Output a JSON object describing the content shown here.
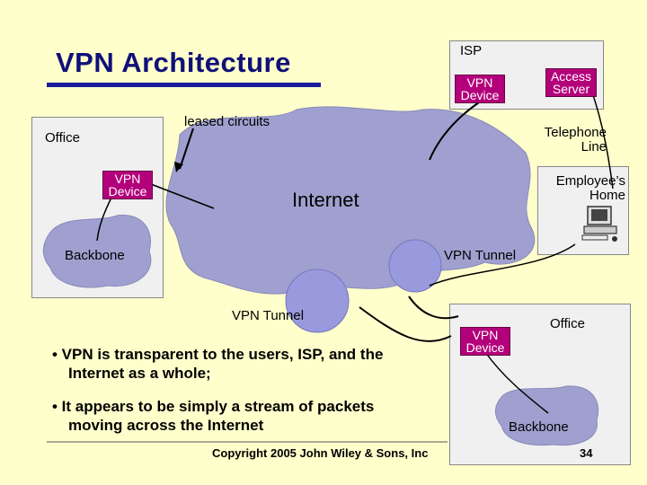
{
  "slide": {
    "title": "VPN Architecture",
    "isp_label": "ISP",
    "isp_vpn_device": "VPN Device",
    "access_server": "Access Server",
    "leased_circuits": "leased circuits",
    "office_left_label": "Office",
    "office_left_vpn_device": "VPN Device",
    "backbone_left": "Backbone",
    "internet_label": "Internet",
    "telephone_line": "Telephone Line",
    "employees_home": "Employee’s Home",
    "vpn_tunnel_right": "VPN Tunnel",
    "vpn_tunnel_left": "VPN Tunnel",
    "office_right_label": "Office",
    "office_right_vpn_device": "VPN Device",
    "backbone_right": "Backbone",
    "bullets": [
      "• VPN is transparent to the users, ISP, and the Internet as a whole;",
      "• It appears to be simply a stream of packets moving across the Internet"
    ],
    "copyright": "Copyright 2005 John Wiley & Sons, Inc",
    "page_number": "34"
  },
  "colors": {
    "background": "#ffffcc",
    "title": "#10107a",
    "vpn_device": "#b3007a",
    "cloud": "#a0a0d0",
    "tunnel_circle": "#9999dd"
  }
}
